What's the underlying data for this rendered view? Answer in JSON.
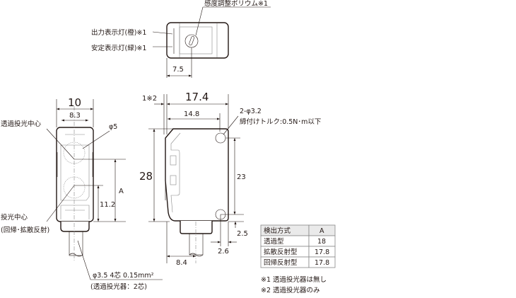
{
  "top_view": {
    "volume_label": "感度調整ボリウム※1",
    "output_led_label": "出力表示灯(橙)※1",
    "stable_led_label": "安定表示灯(緑)※1",
    "dim_7_5": "7.5"
  },
  "front_view": {
    "dim_10": "10",
    "dim_8_3": "8.3",
    "through_beam_center": "透過投光中心",
    "phi5": "φ5",
    "dim_A": "A",
    "dim_11_2": "11.2",
    "emitter_center": "投光中心",
    "emitter_center_note": "(回帰･拡散反射)",
    "cable_spec": "φ3.5  4芯 0.15mm²",
    "cable_note": "(透過投光器：2芯)"
  },
  "side_view": {
    "dim_1": "1※2",
    "dim_17_4": "17.4",
    "dim_14_8": "14.8",
    "hole_spec": "2-φ3.2",
    "torque": "締付けトルク:0.5N･m以下",
    "dim_28": "28",
    "dim_23": "23",
    "dim_2_5": "2.5",
    "dim_2_6": "2.6",
    "dim_8_4": "8.4"
  },
  "table": {
    "headers": [
      "検出方式",
      "A"
    ],
    "rows": [
      [
        "透過型",
        "18"
      ],
      [
        "拡散反射型",
        "17.8"
      ],
      [
        "回帰反射型",
        "17.8"
      ]
    ]
  },
  "notes": [
    "※1 透過投光器は無し",
    "※2 透過投光器のみ"
  ]
}
